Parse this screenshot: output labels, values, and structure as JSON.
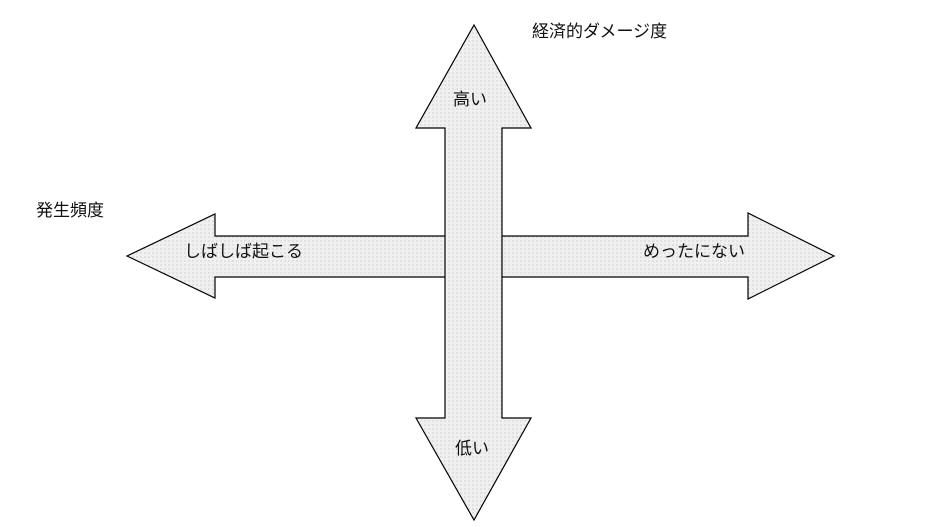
{
  "vertical_axis": {
    "title": "経済的ダメージ度",
    "top_label": "高い",
    "bottom_label": "低い"
  },
  "horizontal_axis": {
    "title": "発生頻度",
    "left_label": "しばしば起こる",
    "right_label": "めったにない"
  },
  "colors": {
    "arrow_fill": "#f0f0f0",
    "arrow_dots": "#bdbdbd",
    "arrow_stroke": "#000000",
    "text": "#111111"
  }
}
